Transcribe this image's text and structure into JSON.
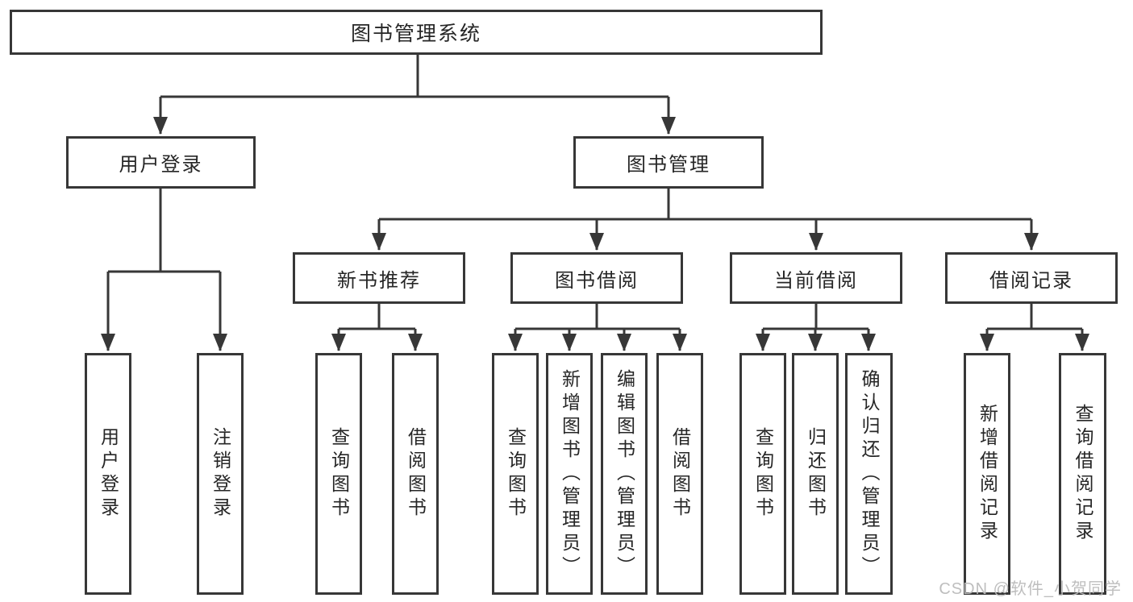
{
  "diagram": {
    "title": "图书管理系统",
    "children": [
      {
        "label": "用户登录",
        "children": [
          {
            "label": "用户登录"
          },
          {
            "label": "注销登录"
          }
        ]
      },
      {
        "label": "图书管理",
        "children": [
          {
            "label": "新书推荐",
            "children": [
              {
                "label": "查询图书"
              },
              {
                "label": "借阅图书"
              }
            ]
          },
          {
            "label": "图书借阅",
            "children": [
              {
                "label": "查询图书"
              },
              {
                "label": "新增图书（管理员）"
              },
              {
                "label": "编辑图书（管理员）"
              },
              {
                "label": "借阅图书"
              }
            ]
          },
          {
            "label": "当前借阅",
            "children": [
              {
                "label": "查询图书"
              },
              {
                "label": "归还图书"
              },
              {
                "label": "确认归还（管理员）"
              }
            ]
          },
          {
            "label": "借阅记录",
            "children": [
              {
                "label": "新增借阅记录"
              },
              {
                "label": "查询借阅记录"
              }
            ]
          }
        ]
      }
    ]
  },
  "watermark": "CSDN @软件_小贺同学",
  "colors": {
    "line": "#373737",
    "text": "#262626",
    "watermark": "#bababa",
    "background": "#ffffff"
  }
}
